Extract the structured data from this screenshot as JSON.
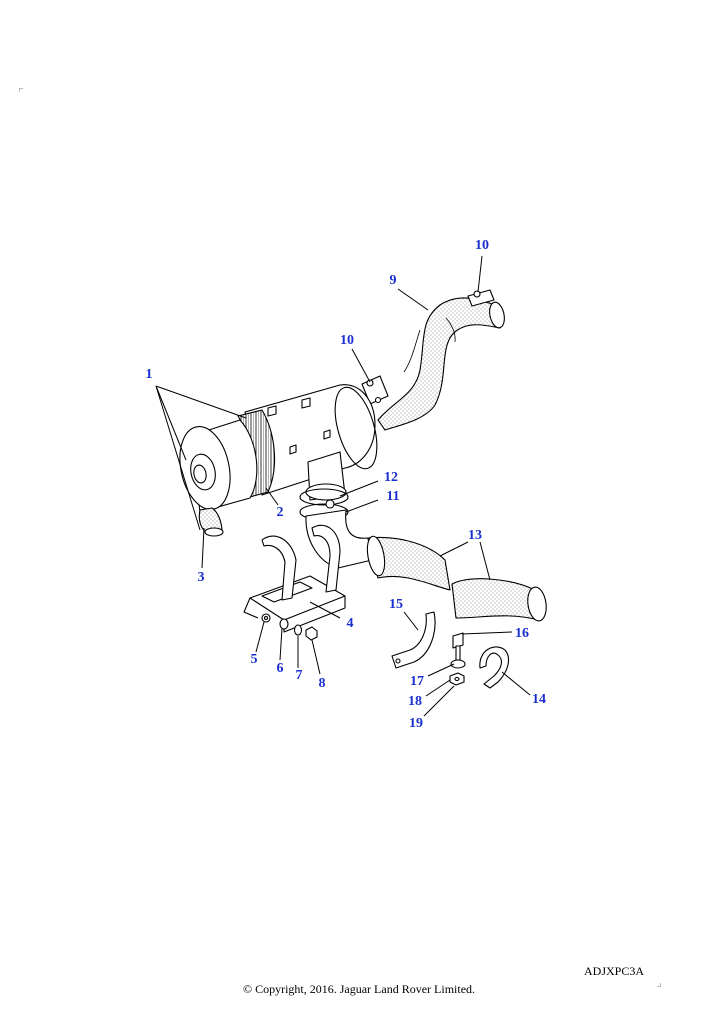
{
  "diagram": {
    "figure_code": "ADJXPC3A",
    "copyright": "© Copyright, 2016. Jaguar Land Rover Limited.",
    "callouts": [
      {
        "id": "c1",
        "label": "1"
      },
      {
        "id": "c2",
        "label": "2"
      },
      {
        "id": "c3",
        "label": "3"
      },
      {
        "id": "c4",
        "label": "4"
      },
      {
        "id": "c5",
        "label": "5"
      },
      {
        "id": "c6",
        "label": "6"
      },
      {
        "id": "c7",
        "label": "7"
      },
      {
        "id": "c8",
        "label": "8"
      },
      {
        "id": "c9",
        "label": "9"
      },
      {
        "id": "c10a",
        "label": "10"
      },
      {
        "id": "c10b",
        "label": "10"
      },
      {
        "id": "c11",
        "label": "11"
      },
      {
        "id": "c12",
        "label": "12"
      },
      {
        "id": "c13",
        "label": "13"
      },
      {
        "id": "c14",
        "label": "14"
      },
      {
        "id": "c15",
        "label": "15"
      },
      {
        "id": "c16",
        "label": "16"
      },
      {
        "id": "c17",
        "label": "17"
      },
      {
        "id": "c18",
        "label": "18"
      },
      {
        "id": "c19",
        "label": "19"
      }
    ]
  },
  "colors": {
    "callout": "#1a2fd0",
    "line": "#000000"
  }
}
